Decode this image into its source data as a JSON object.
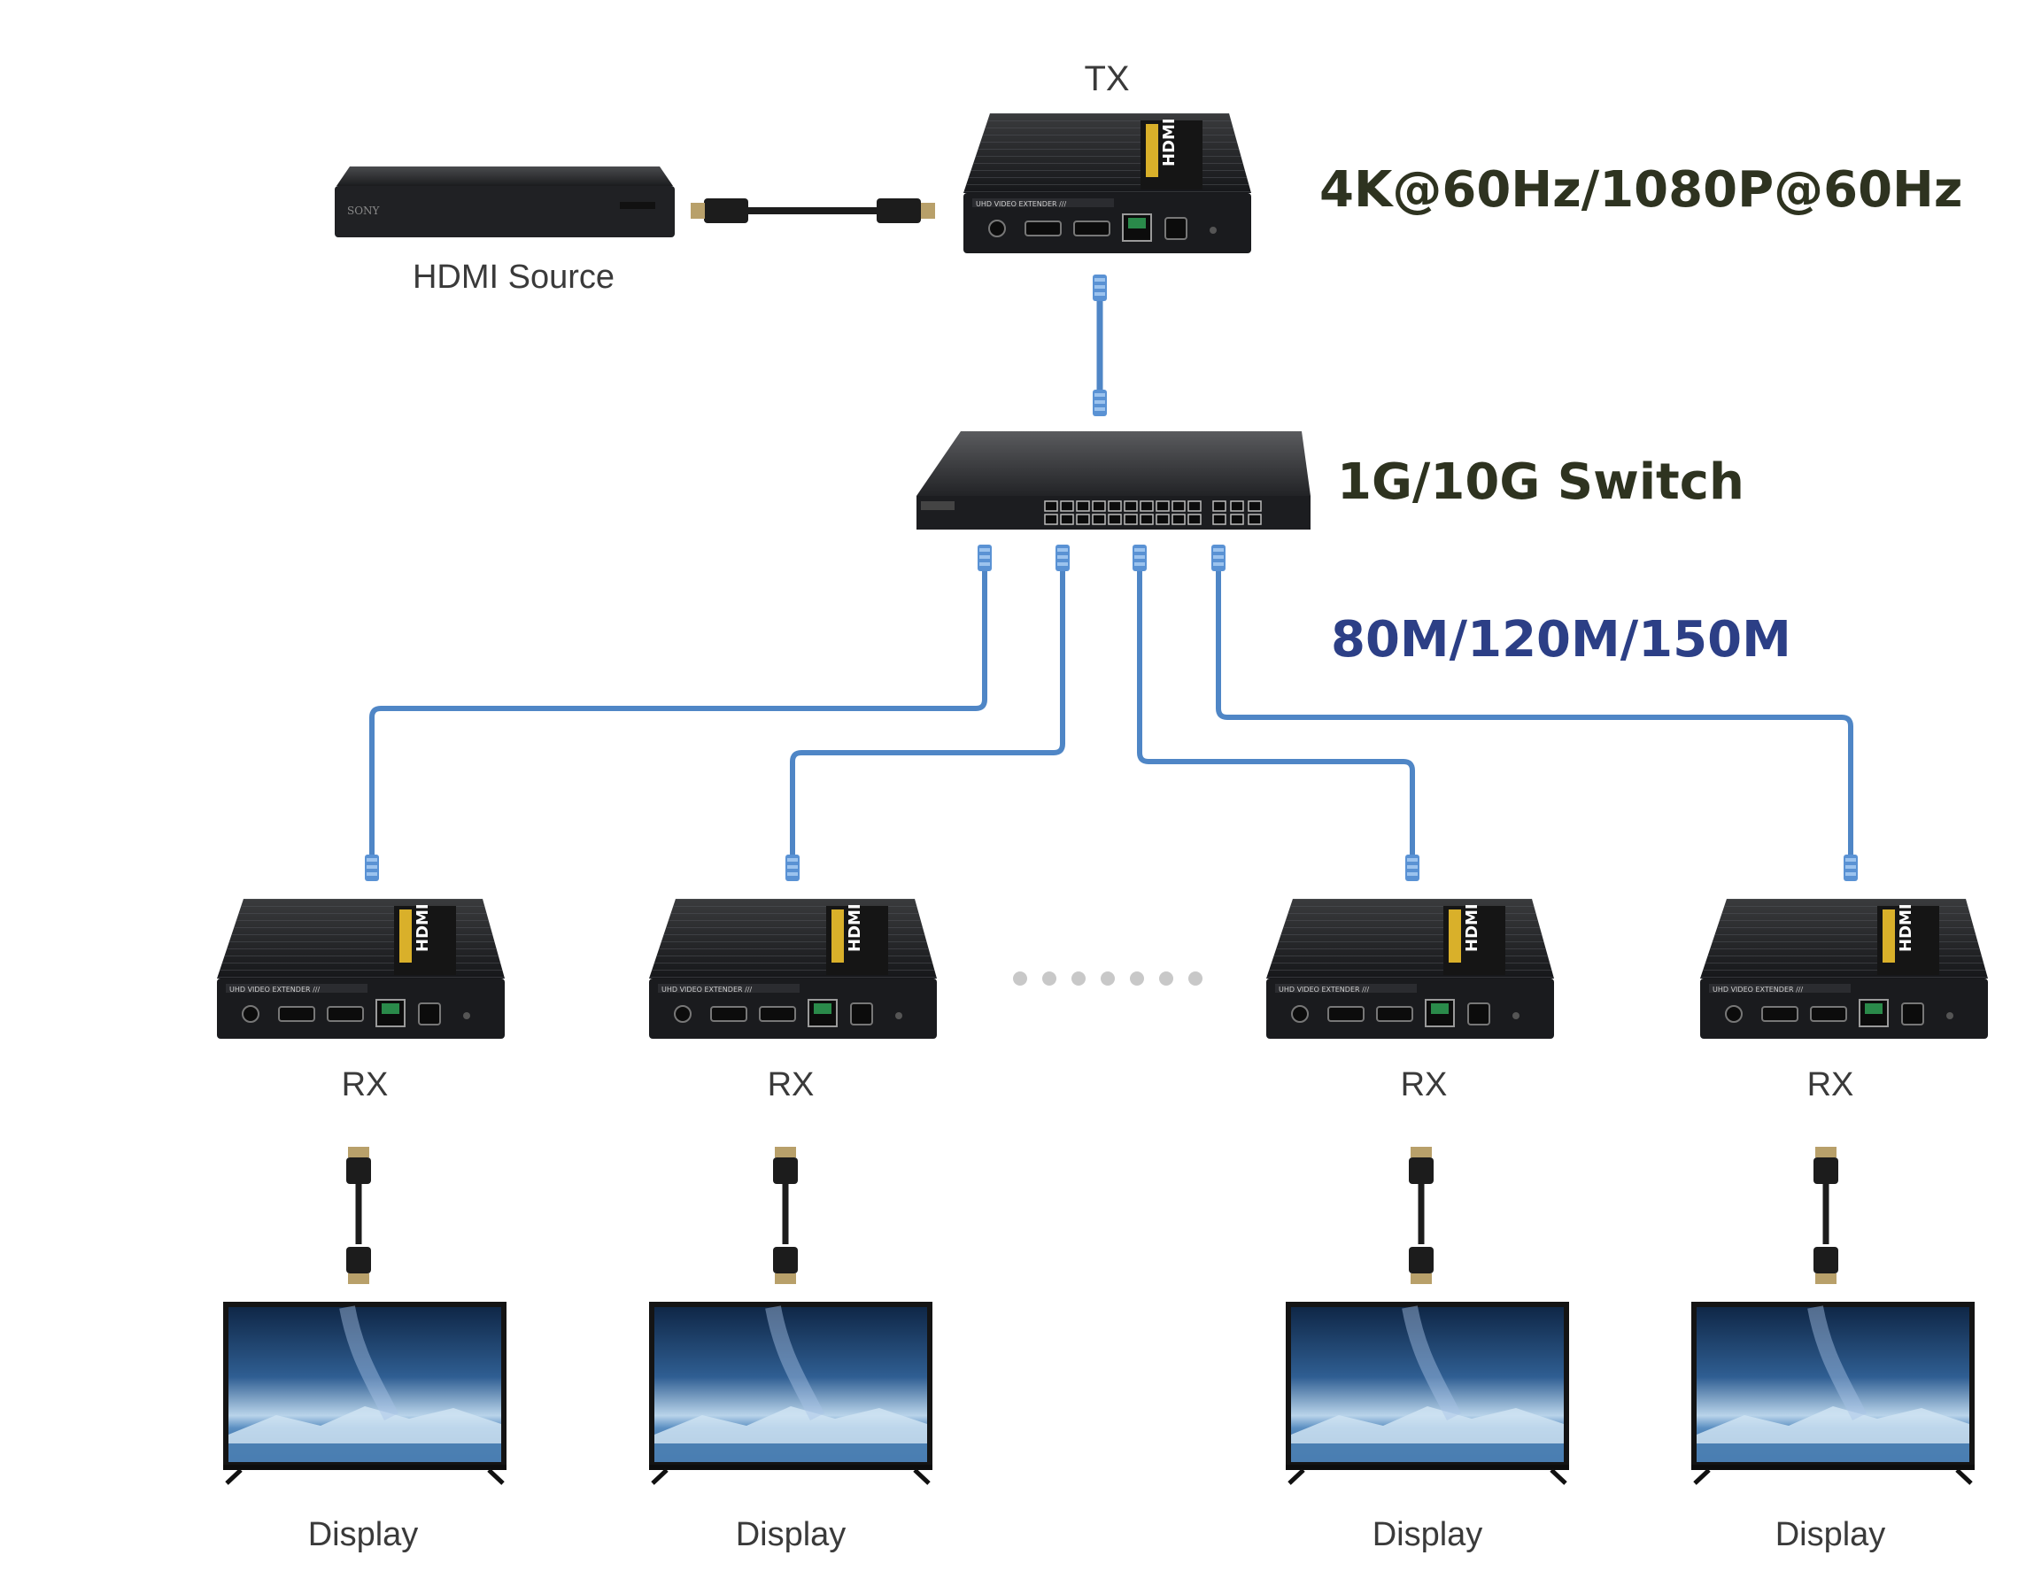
{
  "labels": {
    "tx": "TX",
    "hdmi_source": "HDMI Source",
    "rx": [
      "RX",
      "RX",
      "RX",
      "RX"
    ],
    "display": [
      "Display",
      "Display",
      "Display",
      "Display"
    ]
  },
  "specs": {
    "resolution": "4K@60Hz/1080P@60Hz",
    "switch": "1G/10G Switch",
    "bandwidth": "80M/120M/150M"
  },
  "colors": {
    "cat_cable": "#4f86c6",
    "spec_dark": "#2e3320",
    "spec_blue": "#2c3f86",
    "label_text": "#3a3a3a"
  }
}
